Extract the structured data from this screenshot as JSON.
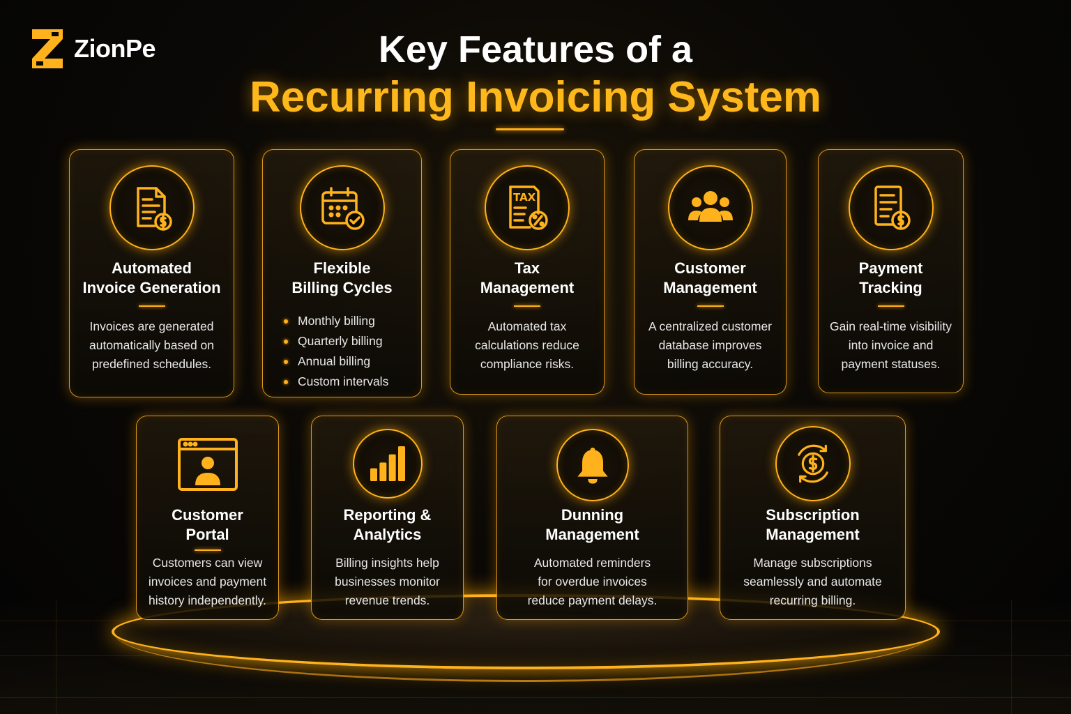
{
  "brand": {
    "name": "ZionPe"
  },
  "header": {
    "title_line1": "Key Features of a",
    "title_line2": "Recurring Invoicing System"
  },
  "colors": {
    "accent": "#ffb21c",
    "background": "#050505",
    "text": "#ffffff"
  },
  "features_row1": [
    {
      "icon": "invoice-dollar-icon",
      "title1": "Automated",
      "title2": "Invoice Generation",
      "description": [
        "Invoices are generated",
        "automatically based on",
        "predefined schedules."
      ]
    },
    {
      "icon": "calendar-check-icon",
      "title1": "Flexible",
      "title2": "Billing Cycles",
      "bullets": [
        "Monthly billing",
        "Quarterly billing",
        "Annual billing",
        "Custom intervals"
      ]
    },
    {
      "icon": "tax-document-icon",
      "title1": "Tax",
      "title2": "Management",
      "description": [
        "Automated tax",
        "calculations reduce",
        "compliance risks."
      ]
    },
    {
      "icon": "users-group-icon",
      "title1": "Customer",
      "title2": "Management",
      "description": [
        "A centralized customer",
        "database improves",
        "billing accuracy."
      ]
    },
    {
      "icon": "payment-document-icon",
      "title1": "Payment",
      "title2": "Tracking",
      "description": [
        "Gain real-time visibility",
        "into invoice and",
        "payment statuses."
      ]
    }
  ],
  "features_row2": [
    {
      "icon": "browser-user-icon",
      "title1": "Customer",
      "title2": "Portal",
      "description": [
        "Customers can view",
        "invoices and payment",
        "history independently."
      ]
    },
    {
      "icon": "bar-chart-icon",
      "title1": "Reporting &",
      "title2": "Analytics",
      "description": [
        "Billing insights help",
        "businesses monitor",
        "revenue trends."
      ]
    },
    {
      "icon": "bell-icon",
      "title1": "Dunning",
      "title2": "Management",
      "description": [
        "Automated reminders",
        "for overdue invoices",
        "reduce payment delays."
      ]
    },
    {
      "icon": "recurring-dollar-icon",
      "title1": "Subscription",
      "title2": "Management",
      "description": [
        "Manage subscriptions",
        "seamlessly and automate",
        "recurring billing."
      ]
    }
  ],
  "icon_labels": {
    "tax": "TAX"
  }
}
